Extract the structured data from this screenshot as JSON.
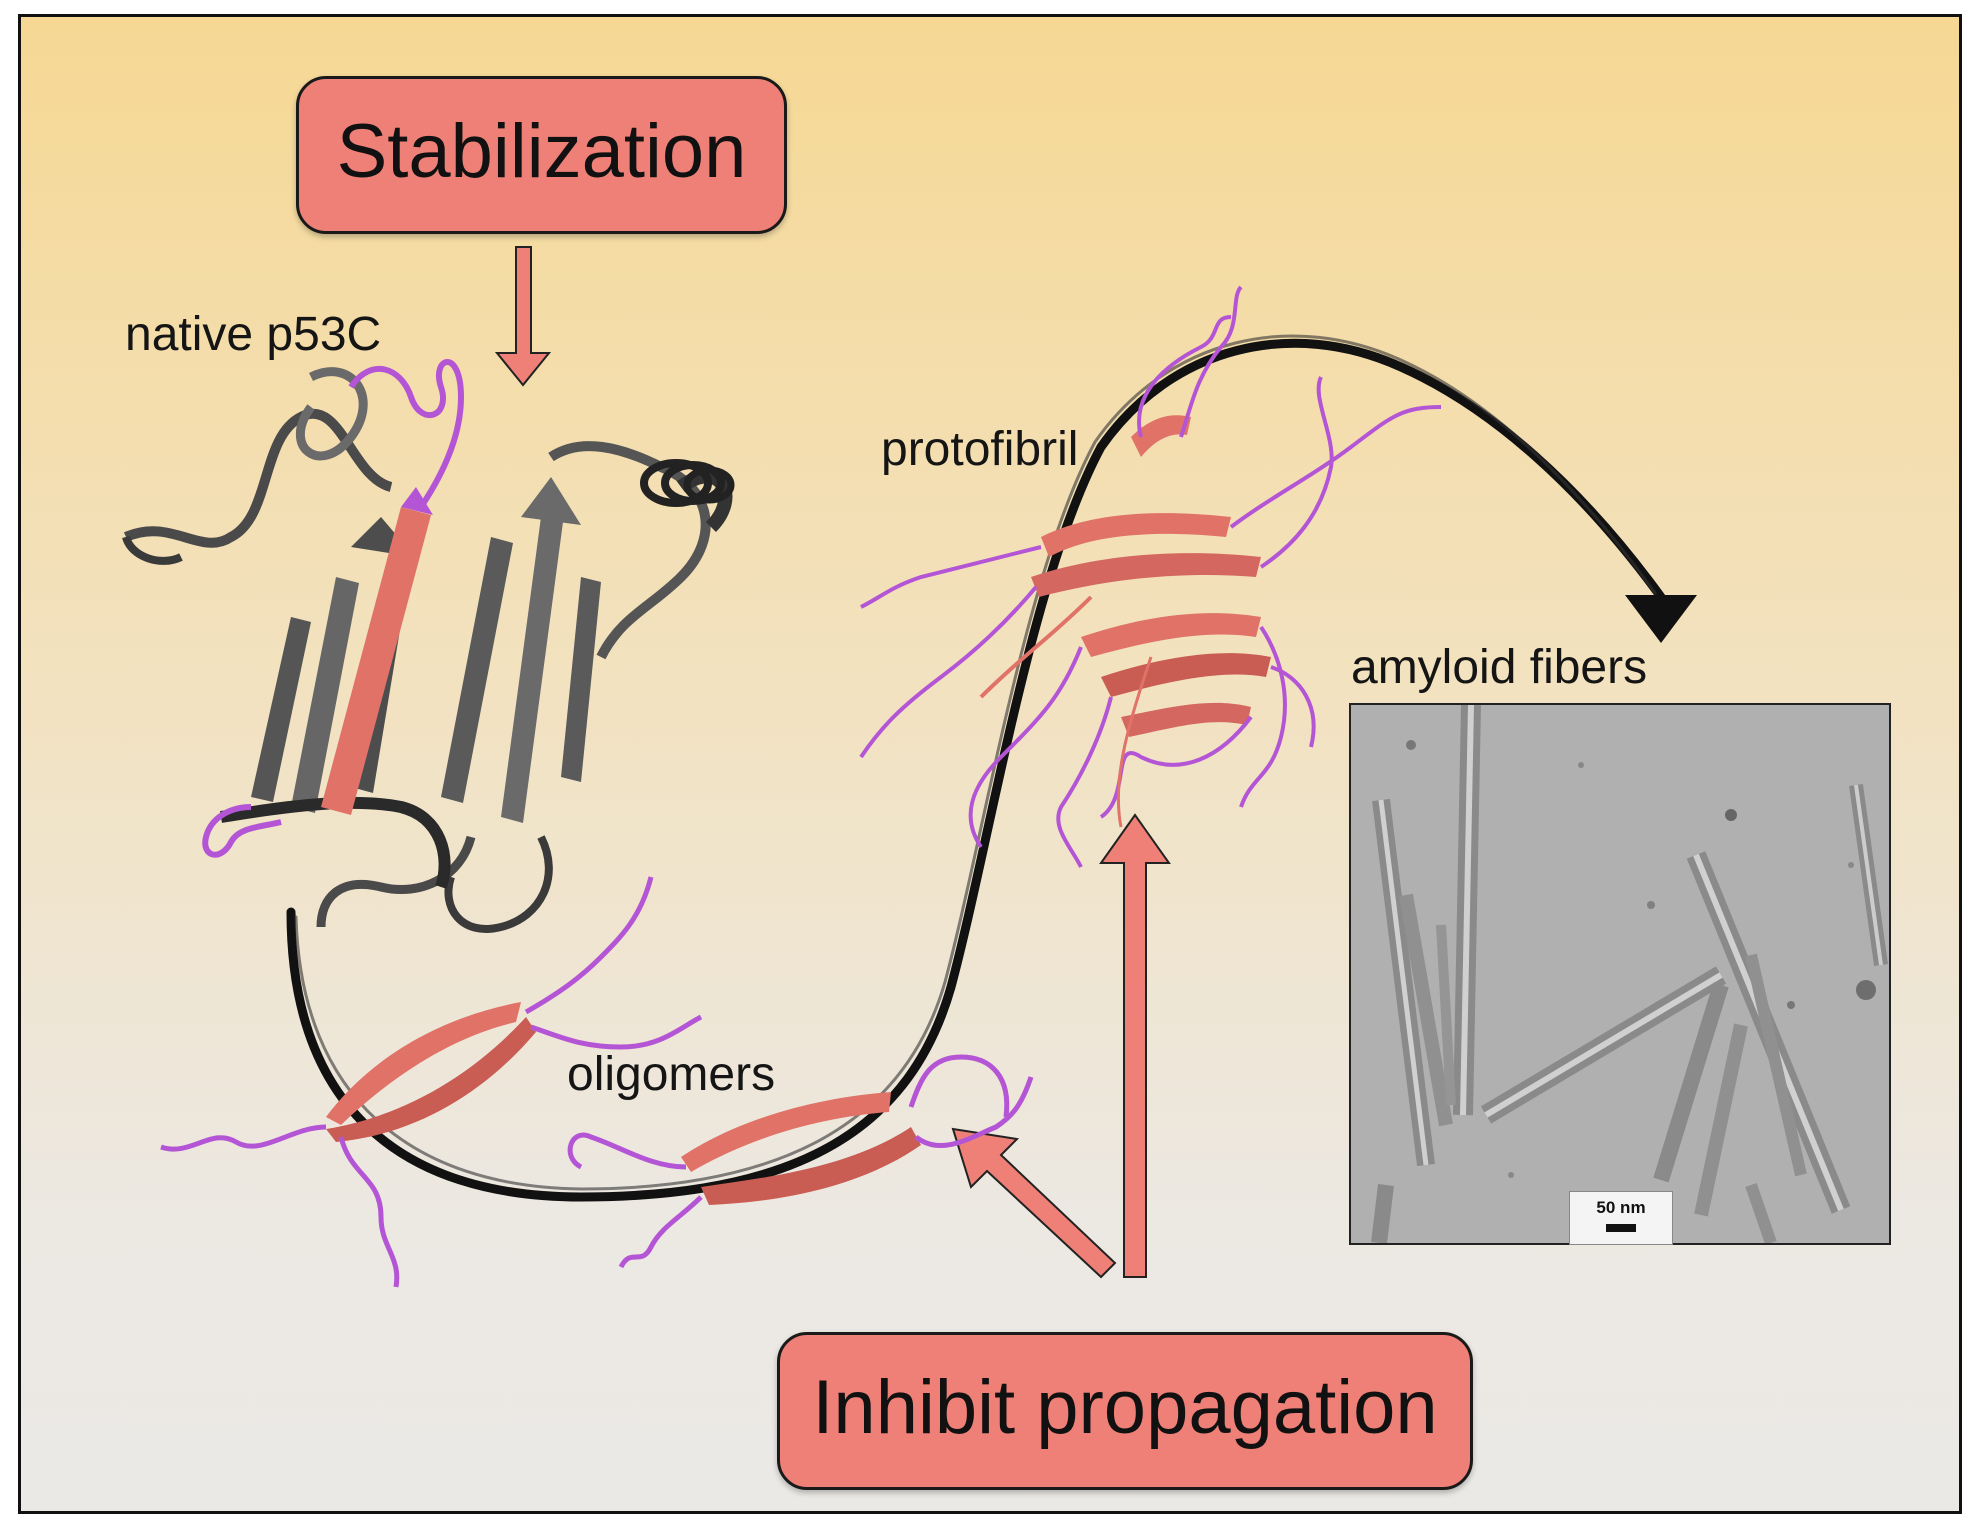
{
  "callouts": {
    "stabilization": "Stabilization",
    "inhibit_propagation": "Inhibit propagation"
  },
  "labels": {
    "native": "native p53C",
    "protofibril": "protofibril",
    "oligomers": "oligomers",
    "amyloid_fibers": "amyloid fibers"
  },
  "micrograph": {
    "scale_bar_label": "50 nm"
  },
  "colors": {
    "callout_fill": "#ef8077",
    "strand_red": "#e07268",
    "loop_magenta": "#b455d6",
    "native_grey": "#5a5a5a",
    "background_top": "#f6d894",
    "background_bottom": "#ebe9e6"
  }
}
